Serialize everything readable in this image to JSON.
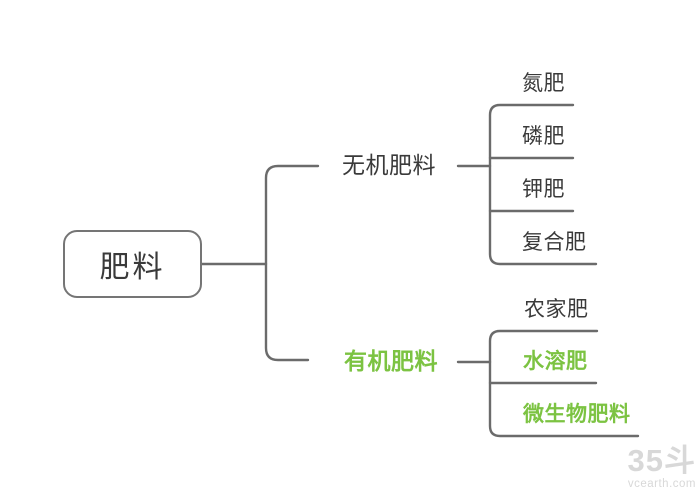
{
  "colors": {
    "green": "#7cc342",
    "line_gray": "#6b6b6b",
    "dark_text": "#3a3a3a",
    "watermark_gray": "#d8d8d8"
  },
  "tree": {
    "root": {
      "label": "肥料"
    },
    "branches": [
      {
        "label": "无机肥料",
        "style": "dark",
        "children": [
          {
            "label": "氮肥",
            "style": "dark"
          },
          {
            "label": "磷肥",
            "style": "dark"
          },
          {
            "label": "钾肥",
            "style": "dark"
          },
          {
            "label": "复合肥",
            "style": "dark"
          }
        ]
      },
      {
        "label": "有机肥料",
        "style": "green",
        "children": [
          {
            "label": "农家肥",
            "style": "dark"
          },
          {
            "label": "水溶肥",
            "style": "green"
          },
          {
            "label": "微生物肥料",
            "style": "green"
          }
        ]
      }
    ]
  },
  "watermark": {
    "brand": "35斗",
    "domain": "vcearth.com"
  }
}
